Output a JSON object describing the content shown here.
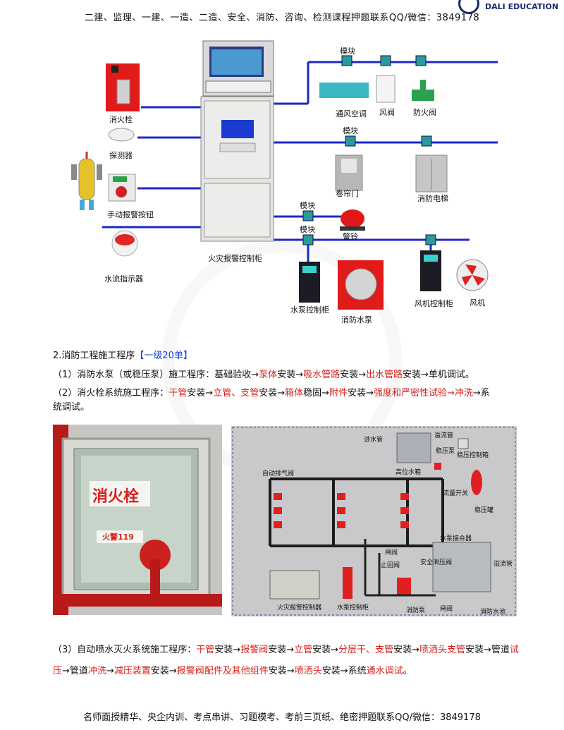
{
  "header": {
    "text": "二建、监理、一建、一造、二造、安全、消防、咨询、检测课程押题联系QQ/微信：3849178",
    "logo_text": "DALI EDUCATION"
  },
  "diagram": {
    "labels": {
      "hydrant": "消火栓",
      "detector": "探测器",
      "manual_alarm": "手动报警按钮",
      "flow_indicator": "水流指示器",
      "panel": "火灾报警控制柜",
      "module1": "模块",
      "module2": "模块",
      "module3": "模块",
      "module4": "模块",
      "ventilation": "通风空调",
      "damper": "风阀",
      "fire_damper": "防火阀",
      "shutter": "卷帘门",
      "elevator": "消防电梯",
      "bell": "警铃",
      "pump_cabinet": "水泵控制柜",
      "fire_pump": "消防水泵",
      "fan_cabinet": "风机控制柜",
      "fan": "风机"
    }
  },
  "section2": {
    "title": "2.消防工程施工程序",
    "tag": "【一级20单】",
    "p1": {
      "a": "（1）消防水泵（或稳压泵）施工程序：基础验收→",
      "b": "泵体",
      "c": "安装→",
      "d": "吸水管路",
      "e": "安装→",
      "f": "出水管路",
      "g": "安装→单机调试。"
    },
    "p2": {
      "a": "（2）消火栓系统施工程序：",
      "b": "干管",
      "c": "安装→",
      "d": "立管、支管",
      "e": "安装→",
      "f": "箱体",
      "g": "稳固→",
      "h": "附件",
      "i": "安装→",
      "j": "强度和严密性试验→冲洗",
      "k": "→系",
      "l": "统调试。"
    }
  },
  "photo1": {
    "sign": "消火栓",
    "sub": "火警119"
  },
  "photo2": {
    "labels": {
      "inlet": "进水管",
      "overflow": "溢流管",
      "booster": "稳压泵",
      "booster_box": "稳压控制箱",
      "auto_vent": "自动排气阀",
      "tank": "高位水箱",
      "flow_switch": "流量开关",
      "surge_tank": "稳压罐",
      "pump_adapter": "水泵接合器",
      "overflow2": "溢流管",
      "gate": "闸阀",
      "check": "止回阀",
      "relief": "安全泄压阀",
      "alarm_ctrl": "火灾报警控制器",
      "pump_ctrl": "水泵控制柜",
      "fire_pump": "消防泵",
      "gate2": "闸阀",
      "pool": "消防水池"
    }
  },
  "section3": {
    "a": "（3）自动喷水灭火系统施工程序：",
    "b": "干管",
    "c": "安装→",
    "d": "报警阀",
    "e": "安装→",
    "f": "立管",
    "g": "安装→",
    "h": "分层干、支管",
    "i": "安装→",
    "j": "喷洒头支管",
    "k": "安装→",
    "l": "管道",
    "m": "试压",
    "n": "→管道",
    "o": "冲洗",
    "p": "→",
    "q": "减压装置",
    "r": "安装→",
    "s": "报警阀配件及其他组件",
    "t": "安装→",
    "u": "喷洒头",
    "v": "安装→系统",
    "w": "通水调试",
    "x": "。"
  },
  "footer": {
    "text": "名师面授精华、央企内训、考点串讲、习题模考、考前三页纸、绝密押题联系QQ/微信：3849178"
  },
  "colors": {
    "line": "#1c28c8",
    "red": "#d8201c",
    "blue": "#1d3fd6"
  }
}
